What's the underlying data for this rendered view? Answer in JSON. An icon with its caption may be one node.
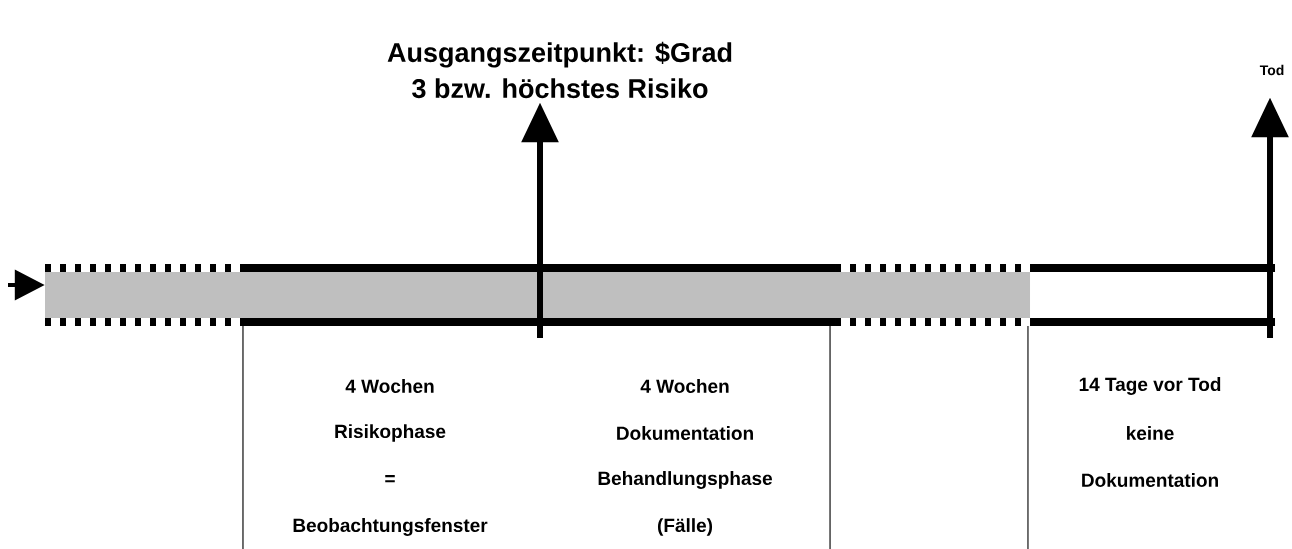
{
  "diagram": {
    "nodes": [
      {
        "text": [
          "Ausgangszeitpunkt: $Grad 3 bzw. höchstes Risiko"
        ]
      },
      {
        "text": [
          "Tod"
        ]
      },
      {
        "text": [],
        "shape": "bar"
      }
    ],
    "edges": [
      {
        "from": null,
        "to": 0,
        "arrow": "to"
      },
      {
        "from": null,
        "to": 1,
        "arrow": "to"
      },
      {
        "from": null,
        "to": 2,
        "arrow": "to"
      }
    ],
    "labels": [
      "4 Wochen",
      "Risikophase",
      "=",
      "Beobachtungsfenster",
      "4 Wochen",
      "Dokumentation",
      "Behandlungsphase",
      "(Fälle)",
      "14 Tage vor Tod",
      "keine",
      "Dokumentation"
    ]
  }
}
